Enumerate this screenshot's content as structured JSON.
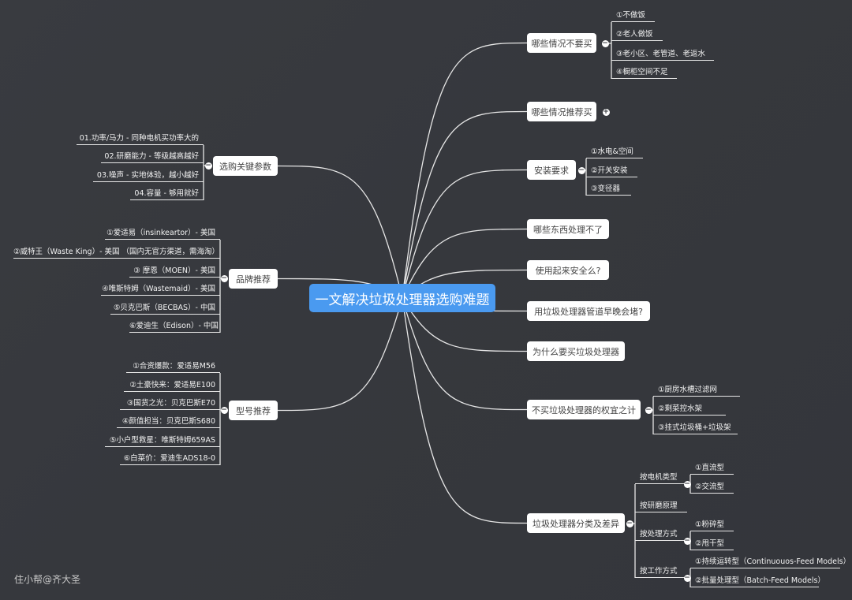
{
  "center": "一文解决垃圾处理器选购难题",
  "watermark": "住小帮@齐大圣",
  "toggle_collapse": "−",
  "toggle_expand": "+",
  "left": {
    "params": {
      "label": "选购关键参数",
      "items": [
        "01.功率/马力 - 同种电机买功率大的",
        "02.研磨能力 - 等级越高越好",
        "03.噪声 - 实地体验，越小越好",
        "04.容量 - 够用就好"
      ]
    },
    "brands": {
      "label": "品牌推荐",
      "items": [
        "①爱适易（insinkeartor）- 美国",
        "②威特王（Waste King）- 美国 （国内无官方渠道，需海淘）",
        "③ 摩恩（MOEN）- 美国",
        "④唯斯特姆（Wastemaid）- 美国",
        "⑤贝克巴斯（BECBAS）- 中国",
        "⑥爱迪生（Edison）- 中国"
      ]
    },
    "models": {
      "label": "型号推荐",
      "items": [
        "①合资爆款：爱适易M56",
        "②土豪快来：爱适易E100",
        "③国货之光：贝克巴斯E70",
        "④颜值担当：贝克巴斯S680",
        "⑤小户型救星：唯斯特姆659AS",
        "⑥白菜价：爱迪生ADS18-0"
      ]
    }
  },
  "right": {
    "not_buy": {
      "label": "哪些情况不要买",
      "items": [
        "①不做饭",
        "②老人做饭",
        "③老小区、老管道、老返水",
        "④橱柜空间不足"
      ]
    },
    "recommend": {
      "label": "哪些情况推荐买"
    },
    "install": {
      "label": "安装要求",
      "items": [
        "①水电&空间",
        "②开关安装",
        "③变径器"
      ]
    },
    "cannot": {
      "label": "哪些东西处理不了"
    },
    "safe": {
      "label": "使用起来安全么?"
    },
    "clog": {
      "label": "用垃圾处理器管道早晚会堵?"
    },
    "why": {
      "label": "为什么要买垃圾处理器"
    },
    "alt": {
      "label": "不买垃圾处理器的权宜之计",
      "items": [
        "①厨房水槽过滤网",
        "②剩菜控水架",
        "③挂式垃圾桶+垃圾架"
      ]
    },
    "types": {
      "label": "垃圾处理器分类及差异",
      "motor": {
        "label": "按电机类型",
        "items": [
          "①直流型",
          "②交流型"
        ]
      },
      "grind": {
        "label": "按研磨原理"
      },
      "method": {
        "label": "按处理方式",
        "items": [
          "①粉碎型",
          "②甩干型"
        ]
      },
      "work": {
        "label": "按工作方式",
        "items": [
          "①持续运转型（Continuouos-Feed Models）",
          "②批量处理型（Batch-Feed Models）"
        ]
      }
    }
  }
}
